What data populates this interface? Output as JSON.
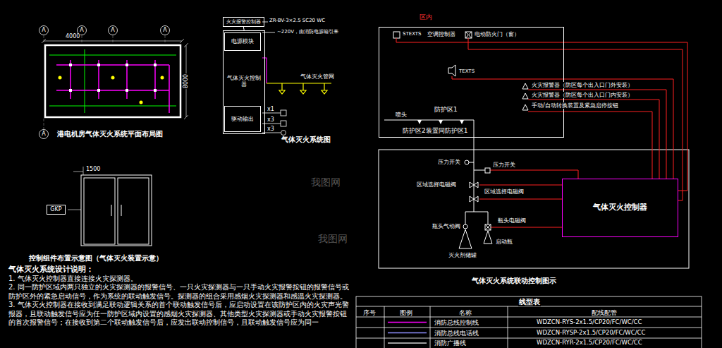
{
  "diagram": {
    "nodes": [
      {
        "text": [
          "火灾报警控制器"
        ]
      },
      {
        "text": [
          "气体灭火控制器"
        ]
      },
      {
        "text": [
          "电源模块"
        ],
        "in": 1
      },
      {
        "text": [
          "驱动输出"
        ],
        "in": 1
      },
      {
        "text": [
          "区内"
        ]
      },
      {
        "text": [
          "气体灭火控制器"
        ]
      },
      {
        "text": [
          "GKP"
        ]
      }
    ],
    "edges": [
      {
        "from": 0,
        "to": 1,
        "arrow": "none"
      }
    ],
    "labels": [
      "A",
      "A",
      "A",
      "A",
      "A",
      "4000",
      "8000",
      "港电机房气体灭火系统平面布局图",
      "ZR-BV-3×2.5 SC20 WC",
      "~220V，由消防电源箱引来",
      "气体灭火管网",
      "x1",
      "x3",
      "x3",
      "气体灭火系统图",
      "1500",
      "控制组件布置示意图（气体灭火装置示意）",
      "STEXTS",
      "空调控制器",
      "电动防火门（窗）",
      "TEXTS",
      "火灾报警器（防区每个出入口门外安装）",
      "火灾报警器（防区每个出入口门内安装）",
      "手动/自动转换装置及紧急启停按钮",
      "喷头",
      "防护区1",
      "防护区2装置同防护区1",
      "压力开关",
      "压力开关",
      "区域选择电磁阀",
      "区域选择电磁阀",
      "瓶头气动阀",
      "瓶头电磁阀",
      "启动瓶",
      "灭火剂储罐",
      "气体灭火系统联动控制图示",
      "气体灭火系统设计说明：",
      "1. 气体灭火控制器直接连接火灾探测器。",
      "2. 同一防护区域内两只独立的火灾探测器的报警信号、一只火灾探测器与一只手动火灾报警按钮的报警信号或防护区外的紧急启动信号，作为系统的联动触发信号。探测器的组合采用感烟火灾探测器和感温火灾探测器。",
      "3. 气体灭火控制器在接收到满足联动逻辑关系的首个联动触发信号后，应启动设置在该防护区内的火灾声光警报器，且联动触发信号应为任一防护区域内设置的感烟火灾探测器、其他类型火灾探测器或手动火灾报警按钮的首次报警信号；在接收到第二个联动触发信号后，应发出联动控制信号，且联动触发信号应为同一",
      "线型表",
      "序号",
      "图例",
      "名称",
      "配线配管",
      "WDZCN-RYS-2x1.5/CP20/FC/WC/CC",
      "WDZCN-RYSP-2x1.5/CP20/FC/WC/CC",
      "WDZCN-RYR-2x1.5/CP20/FC/WC/CC",
      "我图网",
      "我图网"
    ],
    "legend": [
      {
        "text": "消防总线控制线"
      },
      {
        "text": "消防总线电话线"
      },
      {
        "text": "消防广播线"
      }
    ]
  }
}
